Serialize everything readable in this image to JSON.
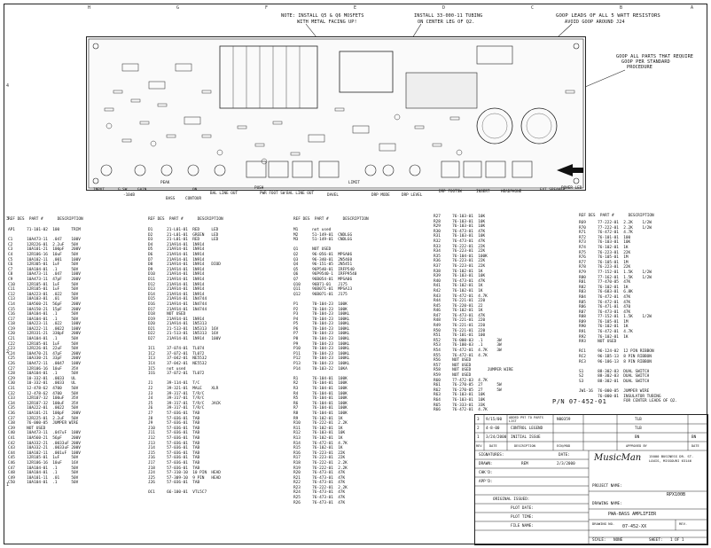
{
  "zones_top": [
    "H",
    "G",
    "F",
    "E",
    "D",
    "C",
    "B",
    "A"
  ],
  "zones_side": [
    "4",
    "3",
    "2",
    "1"
  ],
  "notes": {
    "n1": "NOTE: INSTALL Q5 & Q6 MOSFETS",
    "n1b": "WITH METAL FACING UP!",
    "n2": "INSTALL 33-000-11 TUBING",
    "n2b": "ON CENTER LEG OF Q2.",
    "n3": "GOOP LEADS OF ALL 5 WATT RESISTORS",
    "n3b": "AVOID GOOP AROUND J24",
    "n4": "GOOP ALL PARTS THAT REQUIRE",
    "n4b": "GOOP PER STANDARD",
    "n4c": "PROCEDURE"
  },
  "board_labels": [
    "INPUT",
    "G SW",
    "GAIN",
    "BASS",
    "PEAK",
    "CONTOUR",
    "BAL LINE OUT",
    "BAL LINE OUT",
    "PWR FOOT SW",
    "BAL LINE OUT",
    "DAVEL",
    "LIMIT",
    "DRP MODE",
    "DRP LEVEL",
    "DRP FOOTSW",
    "INSERT",
    "HEADPHONE",
    "EXT SPEAKER",
    "POWER LED"
  ],
  "board_small": [
    "-10dB",
    "ON",
    "PUSH"
  ],
  "bom_header": {
    "ref": "REF DES",
    "part": "PART #",
    "desc": "DESCRIPTION"
  },
  "bom_cols": [
    [
      "AP1     71-101-02  100     TRIM",
      "",
      "C1      10A473-11  .047    100V",
      "C2      12R226-01  2.2uF   50V",
      "C3      10A101-21  100pF   200V",
      "C4      12R106-16  10uF    50V",
      "C5      10A102-11  .001    100V",
      "C6      12R305-01  1uF     50V",
      "C7      10A104-01  .1      50V",
      "C8      10A473-11  .047    100V",
      "C9      10A473-11  47pF    200V",
      "C10     12R105-01  1uF     50V",
      "C11     12R105-01  1uF     50V",
      "C12     10A223-01  .022    50V",
      "C13     10A103-01  .01     50V",
      "C14     10A560-21  56pF    200V",
      "C15     10A150-21  15pF    200V",
      "C16     10A104-01  .1      50V",
      "C17     10A104-01  .1      50V",
      "C18     10A223-11  .022    100V",
      "C19     10A222-11  .0022   100V",
      "C20     12R331-21  330pF   200V",
      "C21     10A104-01  .1      50V",
      "C22     12R105-01  1uF     50V",
      "C23     12R226-01  22uF    50V",
      "C24     10A470-21  47pF    200V",
      "C25     10A330-21  33pF    200V",
      "C26     10A472-11  .0047   100V",
      "C27     12R106-16  10uF    35V",
      "C28     10A104-01  .1      50V",
      "C29     10-332-01  .0033   UL",
      "C30     10-332-01  .0033   UL",
      "C31     12-478-62  4700    50V",
      "C32     12-478-62  4700    50V",
      "C33     12R107-32  100uF   35V",
      "C34     12R107-32  100uF   35V",
      "C35     10A222-01  .0022   50V",
      "C36     10A101-21  100pF   200V",
      "C37     12R225-01  2.2uF   50V",
      "C38     76-000-05  JUMPER WIRE",
      "C39     NOT USED",
      "C40     10A473-11  .047uF  100V",
      "C41     10A560-21  56pF    200V",
      "C42     10A332-21  .0033uF 200V",
      "C43     10A332-21  .0033uF 200V",
      "C44     10A102-11  .001uF  100V",
      "C45     12R105-01  1uF     50V",
      "C46     12R106-16  10uF    16V",
      "C47     10A104-01  .1      50V",
      "C48     10A104-01  .1      50V",
      "C49     10A101-11  .01     50V",
      "C50     10A104-01  .1      50V"
    ],
    [
      "D1      21-L01-01  RED     LED",
      "D2      21-L01-01  GREEN   LED",
      "D3      21-L01-01  RED     LED",
      "D4      21A914-01  1N914",
      "D5      21A914-01  1N914",
      "D6      21A914-01  1N914",
      "D7      21A914-01  1N914",
      "D8      21A914-01  1N914   DIOD",
      "D9      21A914-01  1N914",
      "D10     21A914-01  1N914",
      "D11     21A914-01  1N914",
      "D12     21A914-01  1N914",
      "D13     21A914-01  1N914",
      "D14     21A914-01  1N914",
      "D15     21A914-01  1N4744",
      "D16     21A914-01  1N4744",
      "D17     21A914-01  1N4744",
      "D18     NOT USED",
      "D19     21A914-01  1N914",
      "D20     21A914-01  1N5313",
      "D21     21-513-01  1N5313  16V",
      "D22     21-513-01  1N5313  16V",
      "D27     21A914-01  1N914   100V",
      "",
      "IC1     37-074-01  TL074",
      "IC2     37-072-01  TL072",
      "IC3     37-042-01  NE5532",
      "IC4     37-042-01  NE5532",
      "IC5     not used",
      "IC6     37-072-01  TL072",
      "",
      "J1      39-114-01  T/C",
      "J2      39-321-01  MALE    XLR",
      "J3      39-317-01  T/R/C",
      "J4      39-317-01  T/R/C",
      "J5      39-317-01  T/R/C   JACK",
      "J6      39-317-01  T/R/C",
      "J7      57-036-01  TAB",
      "J8      57-036-01  TAB",
      "J9      57-036-01  TAB",
      "J10     57-036-01  TAB",
      "J11     57-036-01  TAB",
      "J12     57-036-01  TAB",
      "J13     57-036-01  TAB",
      "J14     57-036-01  TAB",
      "J15     57-036-01  TAB",
      "J16     57-036-01  TAB",
      "J17     57-036-01  TAB",
      "J18     57-036-01  TAB",
      "J24     57-310-10  10 PIN  HEAD",
      "J25     57-309-10  9 PIN   HEAD",
      "J26     57-036-01  TAB",
      "",
      "OC1     66-100-01  VTL5C7"
    ],
    [
      "M1      not used",
      "M2      51-149-01  CNDLGG",
      "M3      51-149-01  CNDLGG",
      "",
      "Q1      NOT USED",
      "Q2      96-056-01  MPSA06",
      "Q3      96-340-01  2N5460",
      "Q4      96-151-05  2N5451",
      "Q5      96P540-01  IRFP540",
      "Q6      96P9540-1  IRFP9540",
      "Q7      96B054-01  MPSA06",
      "Q10     96B71-01   J175",
      "Q11     96B071-01  MPSA13",
      "Q12     96B071-01  J175",
      "",
      "P1      70-104-23  100K",
      "P2      70-104-23  100K",
      "P3      70-104-23  100KL",
      "P4      70-104-23  100KL",
      "P5      70-104-23  100KL",
      "P6      70-104-23  100KL",
      "P7      70-104-23  100KL",
      "P8      70-104-23  100KL",
      "P9      70-104-23  100KL",
      "P10     70-104-23  100KL",
      "P11     70-104-23  100KL",
      "P12     70-104-23  100KL",
      "P13     70-104-23  100KL",
      "P14     70-103-22  10KA",
      "",
      "R1      76-104-01  100K",
      "R2      76-104-01  100K",
      "R3      76-104-01  100K",
      "R4      76-104-01  100K",
      "R5      76-104-01  100K",
      "R6      76-104-01  100K",
      "R7      76-104-01  100K",
      "R8      76-104-01  100K",
      "R9      76-102-01  1K",
      "R10     76-222-01  2.2K",
      "R11     76-102-01  1K",
      "R12     76-103-01  10K",
      "R13     76-102-01  1K",
      "R14     76-472-01  4.7K",
      "R15     76-102-01  1K",
      "R16     76-223-01  22K",
      "R17     76-223-01  22K",
      "R18     76-222-01  2.2K",
      "R19     76-222-01  2.2K",
      "R20     76-473-01  47K",
      "R21     76-473-01  47K",
      "R22     76-473-01  47K",
      "R23     76-222-01  2.2K",
      "R24     76-473-01  47K",
      "R25     76-473-01  47K",
      "R26     76-473-01  47K"
    ],
    [
      "R27     76-103-01  10K",
      "R28     76-103-01  10K",
      "R29     76-103-01  10K",
      "R30     76-473-01  47K",
      "R31     76-103-01  10K",
      "R32     76-473-01  47K",
      "R33     76-222-01  22K",
      "R34     76-223-01  22K",
      "R35     76-104-01  100K",
      "R36     76-223-01  22K",
      "R37     76-223-01  22K",
      "R38     76-102-01  1K",
      "R39     76-103-01  10K",
      "R40     76-473-01  47K",
      "R41     76-102-01  1K",
      "R42     76-102-01  1K",
      "R43     76-472-01  4.7K",
      "R44     76-221-01  220",
      "R45     76-220-01  22",
      "R46     76-102-01  1K",
      "R47     76-473-01  47K",
      "R48     76-221-01  220",
      "R49     76-221-01  220",
      "R50     76-221-01  220",
      "R51     76-101-01  100",
      "R52     76-000-03  .1      3W",
      "R53     76-100-03  .1      3W",
      "R54     76-472-01  4.7K    3W",
      "R55     76-472-01  4.7K",
      "R56     NOT USED",
      "R57     NOT USED",
      "R58     NOT USED       JUMPER WIRE",
      "R59     NOT USED",
      "R60     77-472-03  4.7K",
      "R61     76-270-05  27      5W",
      "R62     76-270-05  27      5W",
      "R63     76-103-01  10K",
      "R64     76-103-01  10K",
      "R65     76-333-01  33K",
      "R66     76-472-01  4.7K"
    ],
    [
      "R69     77-222-01  2.2K    1/2W",
      "R70     77-222-01  2.2K    1/2W",
      "R71     76-472-01  4.7K",
      "R72     76-101-01  100",
      "R73     76-103-01  10K",
      "R74     76-102-01  1K",
      "R75     76-223-01  22K",
      "R76     76-105-01  1M",
      "R77     76-105-01  1M",
      "R78     76-223-01  22K",
      "R79     77-152-01  1.5K    1/2W",
      "R80     77-162-01  1.5K    1/2W",
      "R81     77-470-05  47K",
      "R82     76-102-01  1K",
      "R83     76-683-01  6.8K",
      "R84     76-472-01  47K",
      "R85     76-472-01  47K",
      "R86     76-471-01  470",
      "R87     76-473-01  47K",
      "R88     77-152-01  1.5K    1/2W",
      "R89     76-105-01  1M",
      "R90     76-102-01  1K",
      "R91     76-472-01  4.7K",
      "R92     76-102-01  1K",
      "R93     NOT USED",
      "",
      "RC1     96-124-02  12 PIN RIBBON",
      "RC2     96-1B5-13  8 PIN RIBBON",
      "RC3     96-106-13  8 PIN RIBBON",
      "",
      "S1      88-302-03  DUAL SWITCH",
      "S2      88-302-03  DUAL SWITCH",
      "S3      88-302-01  DUAL SWITCH",
      "",
      "JW1-16  76-000-05  JUMPER WIRE",
      "        76-000-01  INSULATOR TUBING",
      "                   FOR CENTER LEADS OF Q2."
    ]
  ],
  "part_number": "P/N 07-452-01",
  "title_block": {
    "rev_rows": [
      {
        "rev": "3",
        "date": "9/15/00",
        "desc": "ADDED P97 TO PARTS LIST",
        "ecn": "N00359",
        "tech": "",
        "eng": "",
        "init": ""
      },
      {
        "rev": "2",
        "date": "4-8-00",
        "desc": "CONTROL LEGEND",
        "ecn": "",
        "tech": "",
        "eng": "",
        "init": ""
      },
      {
        "rev": "1",
        "date": "3/24/2000",
        "desc": "INITIAL ISSUE",
        "ecn": "",
        "tech": "",
        "eng": "",
        "init": ""
      }
    ],
    "rev_header": [
      "REV",
      "DATE",
      "DESCRIPTION",
      "ECN/MOD",
      "APPROVED BY",
      "DATE"
    ],
    "signatures_label": "SIGNATURES:",
    "signatures_date_label": "DATE:",
    "drawn_label": "DRAWN:",
    "drawn_by": "REM",
    "drawn_date": "2/3/2000",
    "chkd_label": "CHK'D:",
    "appd_label": "APP'D:",
    "orig_issued": "ORIGINAL ISSUED:",
    "plot_date": "PLOT DATE:",
    "plot_time": "PLOT TIME:",
    "file_name": "FILE NAME:",
    "company": "15000 BUSINESS DR. ST. LOUIS, MISSOURI 63146",
    "logo": "MusicMan",
    "project_label": "PROJECT NAME:",
    "project": "RPX100B",
    "drawing_name_label": "DRAWING NAME:",
    "drawing_name": "PWA-BASS AMPLIFIER",
    "drawing_no_label": "DRAWING NO.",
    "drawing_no": "07-452-XX",
    "rev_label": "REV.",
    "scale_label": "SCALE:",
    "scale": "NONE",
    "sheet_label": "SHEET:",
    "sheet": "1 OF 1",
    "tlb": "TLB",
    "tlb2": "TLB",
    "bn": "BN",
    "bn2": "BN"
  }
}
